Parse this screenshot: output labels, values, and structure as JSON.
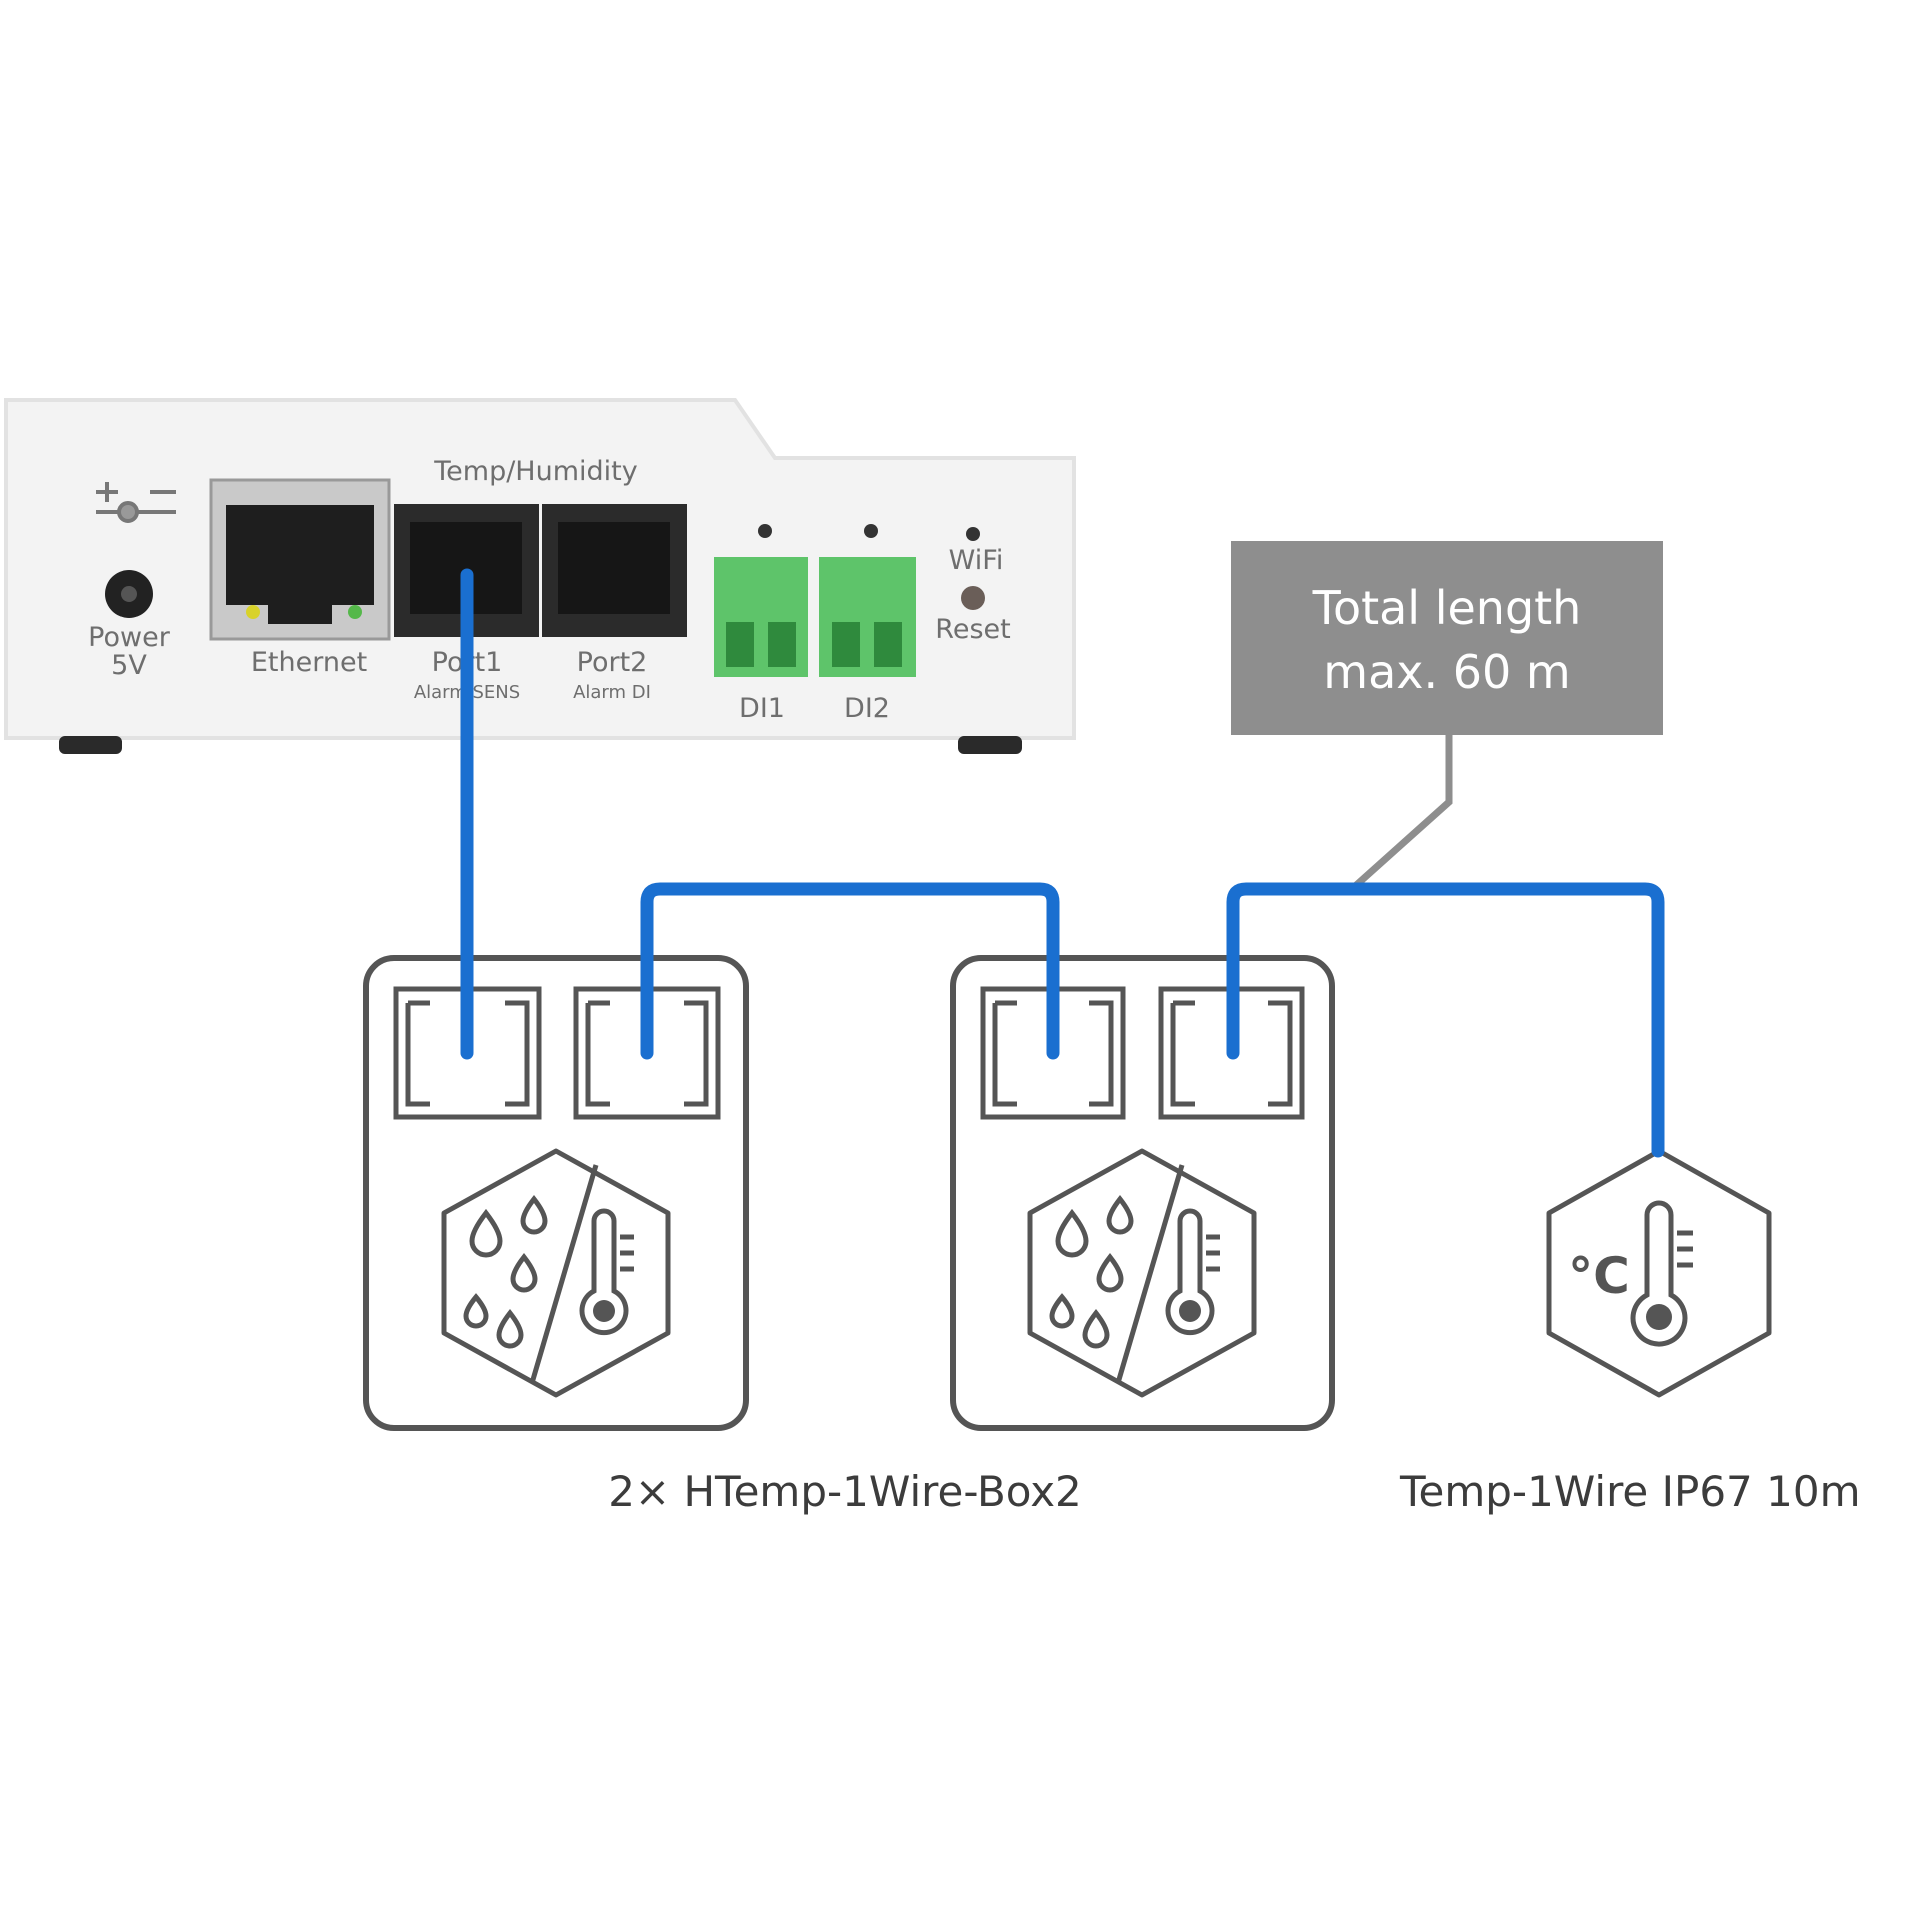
{
  "device": {
    "power_label": "Power",
    "power_voltage": "5V",
    "ethernet_label": "Ethernet",
    "temp_humidity_label": "Temp/Humidity",
    "port1_label": "Port1",
    "port1_sub": "Alarm SENS",
    "port2_label": "Port2",
    "port2_sub": "Alarm DI",
    "di1_label": "DI1",
    "di2_label": "DI2",
    "wifi_label": "WiFi",
    "reset_label": "Reset"
  },
  "callout": {
    "line1": "Total length",
    "line2": "max. 60 m"
  },
  "sensors": {
    "box_label": "2× HTemp-1Wire-Box2",
    "probe_label": "Temp-1Wire IP67 10m",
    "celsius_symbol": "°C"
  },
  "colors": {
    "cable": "#1a6fd0",
    "outline": "#555555",
    "callout_bg": "#8e8e8e",
    "terminal_green": "#5ec46a"
  }
}
